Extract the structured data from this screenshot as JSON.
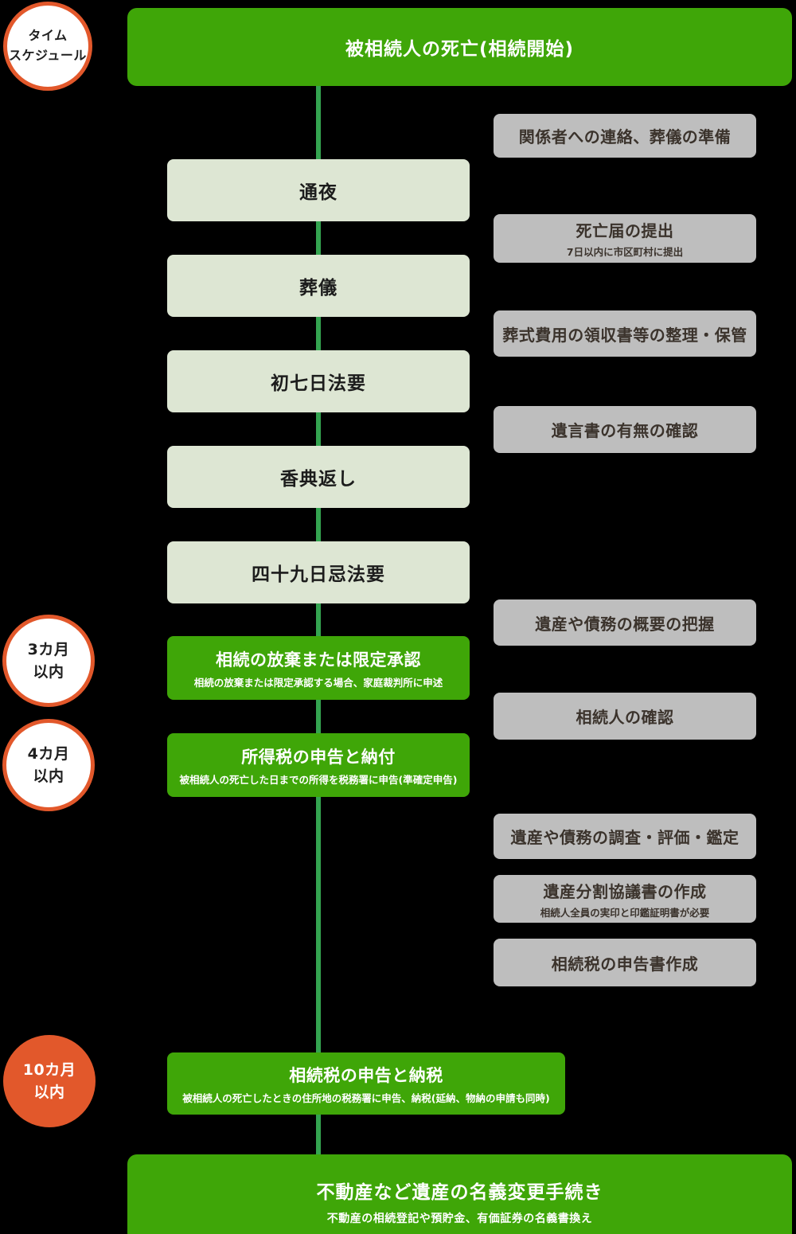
{
  "colors": {
    "green": "#3FA608",
    "line_green": "#34A450",
    "light_green": "#DDE6D3",
    "gray": "#BEBEBE",
    "orange": "#E2582B",
    "dark_text": "#3B332C",
    "background": "#000000"
  },
  "badge": {
    "line1": "タイム",
    "line2": "スケジュール"
  },
  "start_banner": {
    "title": "被相続人の死亡(相続開始)"
  },
  "end_banner": {
    "title": "不動産など遺産の名義変更手続き",
    "subtitle": "不動産の相続登記や預貯金、有価証券の名義書換え"
  },
  "events": [
    {
      "label": "通夜"
    },
    {
      "label": "葬儀"
    },
    {
      "label": "初七日法要"
    },
    {
      "label": "香典返し"
    },
    {
      "label": "四十九日忌法要"
    }
  ],
  "deadline_events": [
    {
      "title": "相続の放棄または限定承認",
      "subtitle": "相続の放棄または限定承認する場合、家庭裁判所に申述"
    },
    {
      "title": "所得税の申告と納付",
      "subtitle": "被相続人の死亡した日までの所得を税務署に申告(準確定申告)"
    },
    {
      "title": "相続税の申告と納税",
      "subtitle": "被相続人の死亡したときの住所地の税務署に申告、納税(延納、物納の申請も同時)"
    }
  ],
  "tasks": [
    {
      "title": "関係者への連絡、葬儀の準備",
      "subtitle": ""
    },
    {
      "title": "死亡届の提出",
      "subtitle": "7日以内に市区町村に提出"
    },
    {
      "title": "葬式費用の領収書等の整理・保管",
      "subtitle": ""
    },
    {
      "title": "遺言書の有無の確認",
      "subtitle": ""
    },
    {
      "title": "遺産や債務の概要の把握",
      "subtitle": ""
    },
    {
      "title": "相続人の確認",
      "subtitle": ""
    },
    {
      "title": "遺産や債務の調査・評価・鑑定",
      "subtitle": ""
    },
    {
      "title": "遺産分割協議書の作成",
      "subtitle": "相続人全員の実印と印鑑証明書が必要"
    },
    {
      "title": "相続税の申告書作成",
      "subtitle": ""
    }
  ],
  "deadlines": [
    {
      "line1": "3カ月",
      "line2": "以内"
    },
    {
      "line1": "4カ月",
      "line2": "以内"
    },
    {
      "line1": "10カ月",
      "line2": "以内"
    }
  ]
}
